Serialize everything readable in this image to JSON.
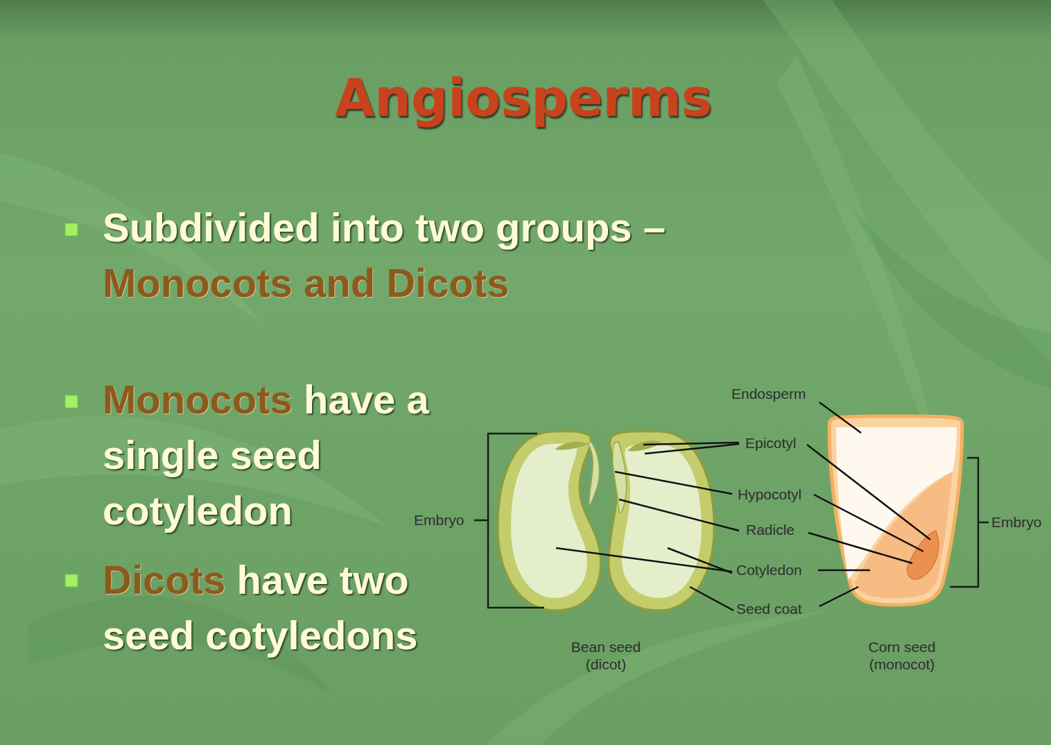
{
  "diagram": {
    "title": "Angiosperms",
    "labels": [
      "Subdivided into two groups –",
      "Monocots and Dicots",
      "Monocots",
      "have a single seed cotyledon",
      "Dicots",
      "have two seed cotyledons",
      "Embryo",
      "Endosperm",
      "Epicotyl",
      "Hypocotyl",
      "Radicle",
      "Cotyledon",
      "Seed coat",
      "Embryo",
      "Bean seed (dicot)",
      "Corn seed (monocot)"
    ]
  }
}
